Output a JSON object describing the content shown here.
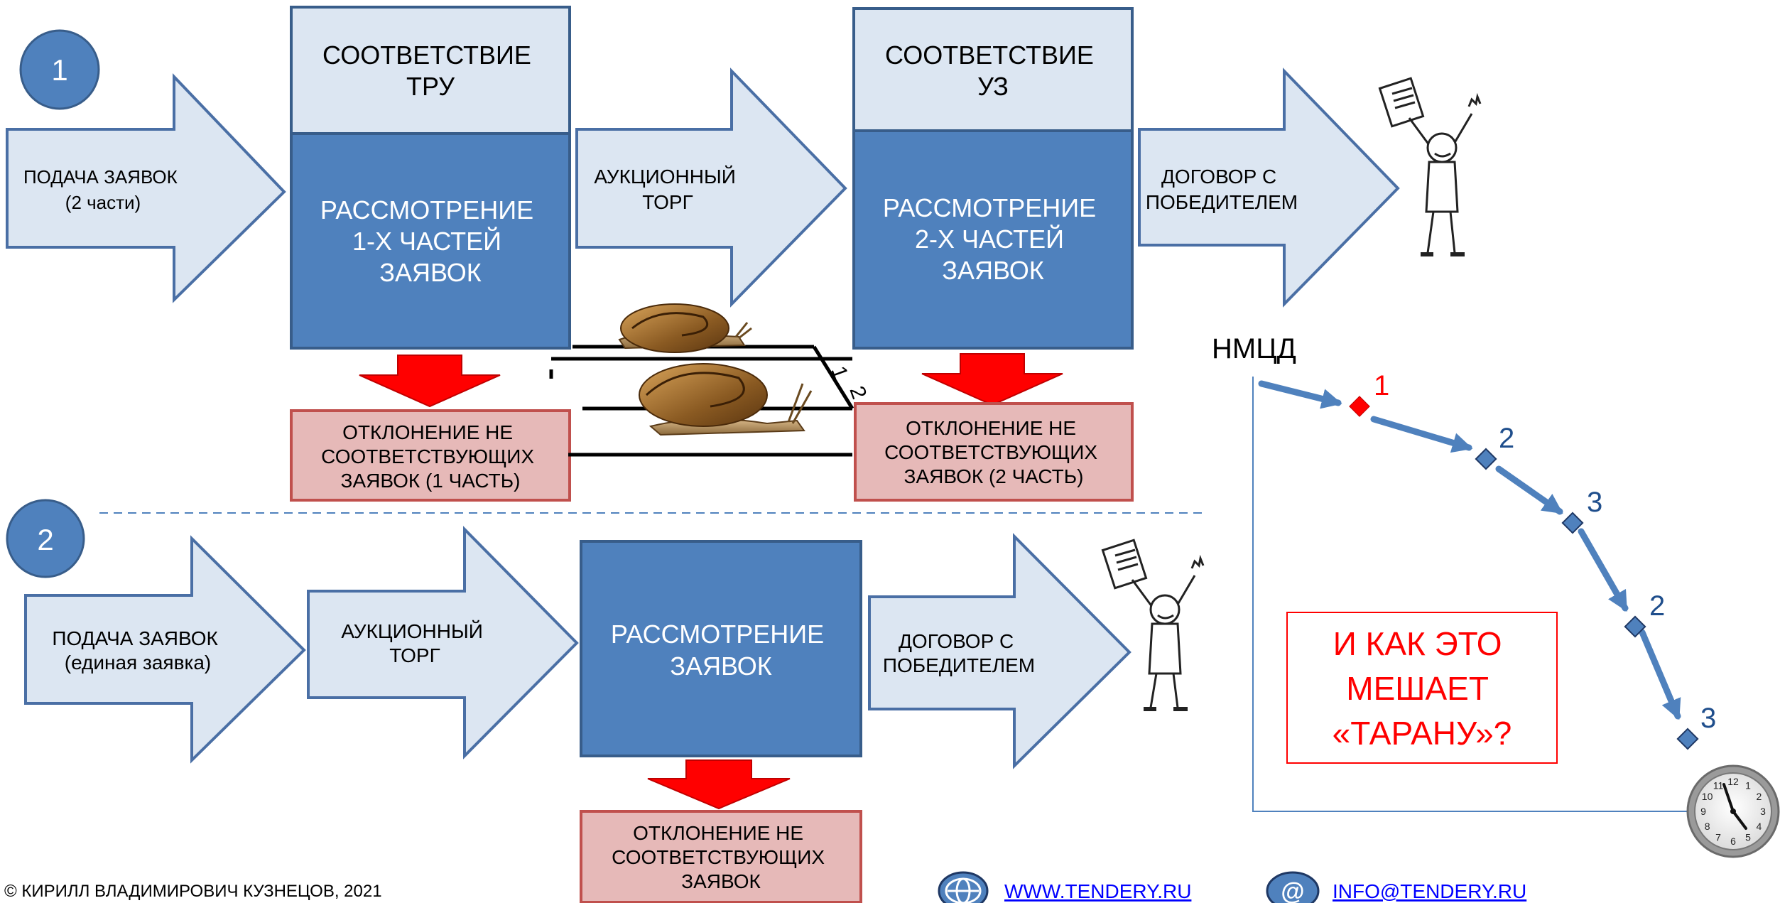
{
  "scenario1": {
    "number": "1",
    "arrow_submit": [
      "ПОДАЧА ЗАЯВОК",
      "(2 части)"
    ],
    "box_check_tru": [
      "СООТВЕТСТВИЕ",
      "ТРУ"
    ],
    "box_review_first": [
      "РАССМОТРЕНИЕ",
      "1-Х ЧАСТЕЙ",
      "ЗАЯВОК"
    ],
    "arrow_auction": [
      "АУКЦИОННЫЙ",
      "ТОРГ"
    ],
    "box_check_uz": [
      "СООТВЕТСТВИЕ",
      "УЗ"
    ],
    "box_review_second": [
      "РАССМОТРЕНИЕ",
      "2-Х ЧАСТЕЙ",
      "ЗАЯВОК"
    ],
    "arrow_contract": [
      "ДОГОВОР С",
      "ПОБЕДИТЕЛЕМ"
    ],
    "reject_first": [
      "ОТКЛОНЕНИЕ НЕ",
      "СООТВЕТСТВУЮЩИХ",
      "ЗАЯВОК (1 ЧАСТЬ)"
    ],
    "reject_second": [
      "ОТКЛОНЕНИЕ НЕ",
      "СООТВЕТСТВУЮЩИХ",
      "ЗАЯВОК (2 ЧАСТЬ)"
    ],
    "lane_labels": [
      "1",
      "2"
    ]
  },
  "scenario2": {
    "number": "2",
    "arrow_submit": [
      "ПОДАЧА ЗАЯВОК",
      "(единая заявка)"
    ],
    "arrow_auction": [
      "АУКЦИОННЫЙ",
      "ТОРГ"
    ],
    "box_review": [
      "РАССМОТРЕНИЕ",
      "ЗАЯВОК"
    ],
    "arrow_contract": [
      "ДОГОВОР С",
      "ПОБЕДИТЕЛЕМ"
    ],
    "reject": [
      "ОТКЛОНЕНИЕ НЕ",
      "СООТВЕТСТВУЮЩИХ",
      "ЗАЯВОК"
    ]
  },
  "price_chart": {
    "axis_label": "НМЦД",
    "point_labels": [
      "1",
      "2",
      "3",
      "2",
      "3"
    ],
    "callout": [
      "И КАК ЭТО",
      "МЕШАЕТ",
      "«ТАРАНУ»?"
    ],
    "clock_numbers": [
      "12",
      "1",
      "2",
      "3",
      "4",
      "5",
      "6",
      "7",
      "8",
      "9",
      "10",
      "11"
    ]
  },
  "footer": {
    "copyright": "© КИРИЛЛ ВЛАДИМИРОВИЧ КУЗНЕЦОВ, 2021",
    "website": "WWW.TENDERY.RU",
    "email": "INFO@TENDERY.RU"
  },
  "colors": {
    "arrow_fill": "#dce6f2",
    "arrow_stroke": "#4a6fa5",
    "box_dark": "#4f81bd",
    "box_light": "#dce6f2",
    "reject_fill": "#e6b9b8",
    "reject_stroke": "#c0504d",
    "down_arrow": "#ff0000",
    "chart_blue": "#4f81bd",
    "chart_red": "#ff0000",
    "link": "#0000ff"
  }
}
